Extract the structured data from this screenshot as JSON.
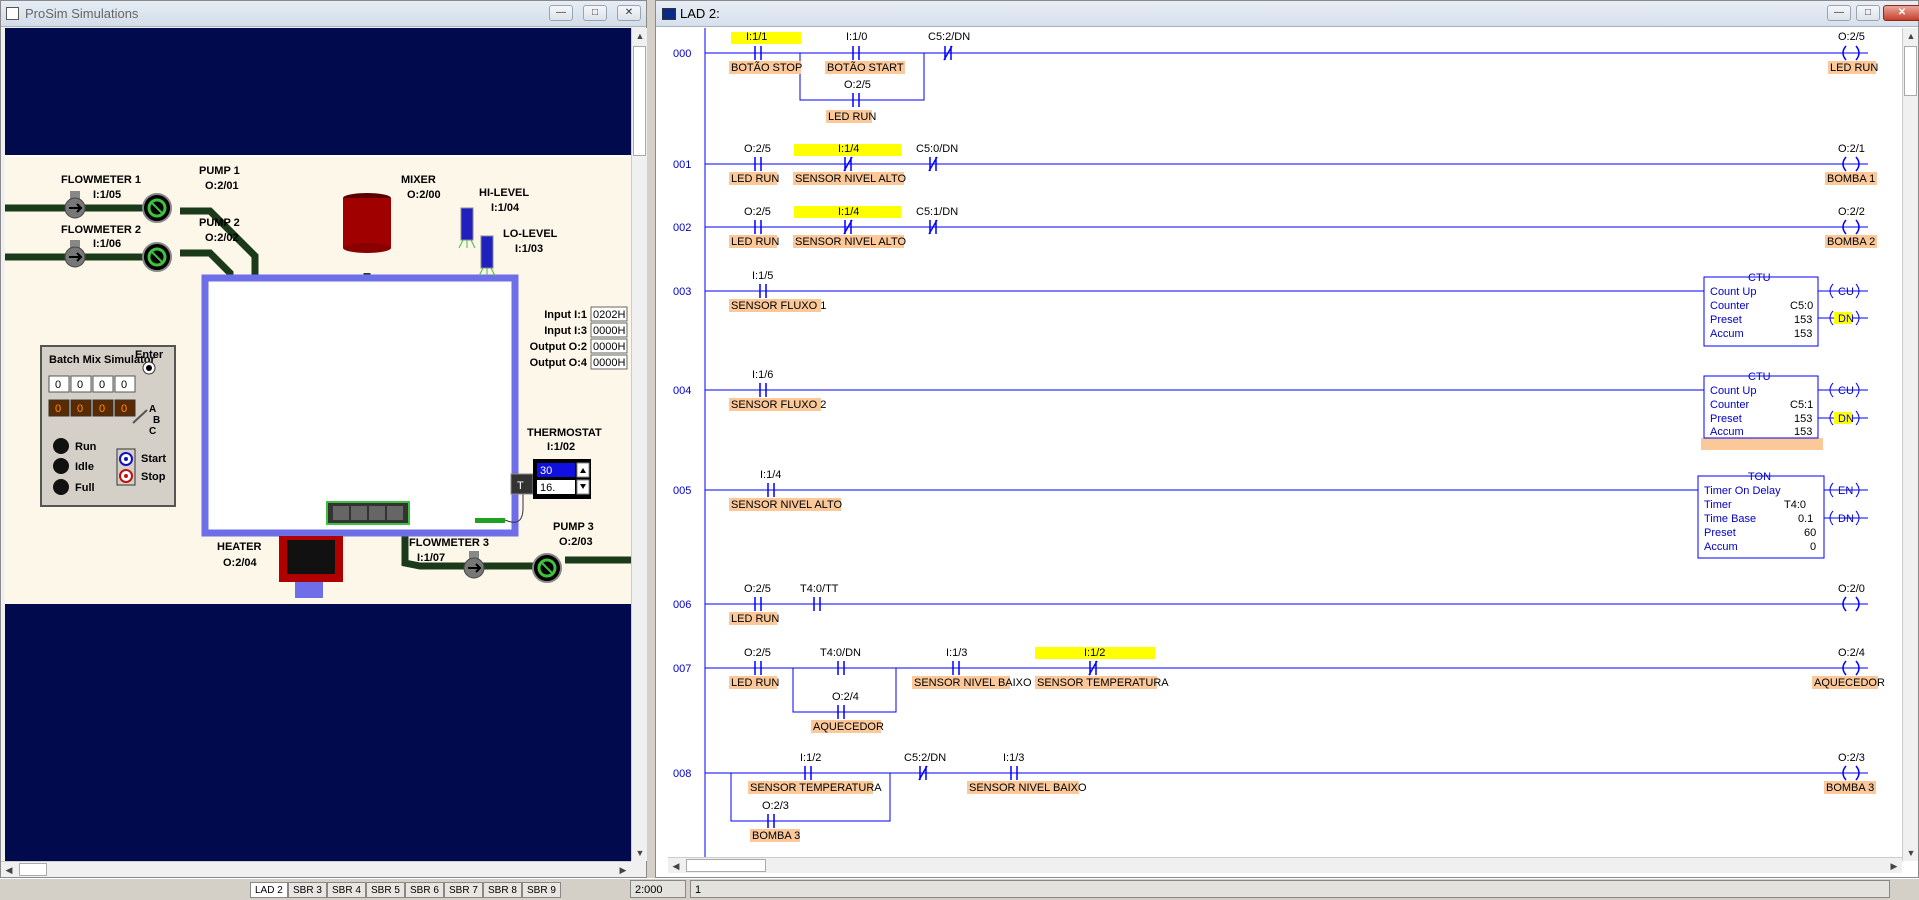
{
  "sim": {
    "title": "ProSim Simulations",
    "labels": {
      "flowmeter1": "FLOWMETER 1",
      "flowmeter1_addr": "I:1/05",
      "flowmeter2": "FLOWMETER 2",
      "flowmeter2_addr": "I:1/06",
      "pump1": "PUMP 1",
      "pump1_addr": "O:2/01",
      "pump2": "PUMP 2",
      "pump2_addr": "O:2/02",
      "mixer": "MIXER",
      "mixer_addr": "O:2/00",
      "hilevel": "HI-LEVEL",
      "hilevel_addr": "I:1/04",
      "lolevel": "LO-LEVEL",
      "lolevel_addr": "I:1/03",
      "thermostat": "THERMOSTAT",
      "thermostat_addr": "I:1/02",
      "heater": "HEATER",
      "heater_addr": "O:2/04",
      "flowmeter3": "FLOWMETER 3",
      "flowmeter3_addr": "I:1/07",
      "pump3": "PUMP 3",
      "pump3_addr": "O:2/03"
    },
    "io": {
      "input1_label": "Input I:1",
      "input1_value": "0202H",
      "input3_label": "Input I:3",
      "input3_value": "0000H",
      "output2_label": "Output O:2",
      "output2_value": "0000H",
      "output4_label": "Output O:4",
      "output4_value": "0000H"
    },
    "batch": {
      "title": "Batch Mix Simulator",
      "digits": [
        "0",
        "0",
        "0",
        "0"
      ],
      "counter": [
        "0",
        "0",
        "0",
        "0"
      ],
      "enter": "Enter",
      "abc": [
        "A",
        "B",
        "C"
      ],
      "run": "Run",
      "idle": "Idle",
      "full": "Full",
      "start": "Start",
      "stop": "Stop"
    },
    "thermo": {
      "setpoint": "30",
      "actual": "16.",
      "t_label": "T"
    }
  },
  "lad": {
    "title": "LAD 2:",
    "rungs": [
      {
        "no": "000",
        "out_addr": "O:2/5",
        "out_tag": "LED RUN",
        "c1_addr": "I:1/1",
        "c1_tag": "BOTÃO STOP",
        "c2_addr": "I:1/0",
        "c2_tag": "BOTÃO START",
        "c3_addr": "C5:2/DN",
        "br_addr": "O:2/5",
        "br_tag": "LED RUN"
      },
      {
        "no": "001",
        "c1_addr": "O:2/5",
        "c1_tag": "LED RUN",
        "c2_addr": "I:1/4",
        "c2_tag": "SENSOR NIVEL ALTO",
        "c3_addr": "C5:0/DN",
        "out_addr": "O:2/1",
        "out_tag": "BOMBA 1"
      },
      {
        "no": "002",
        "c1_addr": "O:2/5",
        "c1_tag": "LED RUN",
        "c2_addr": "I:1/4",
        "c2_tag": "SENSOR NIVEL ALTO",
        "c3_addr": "C5:1/DN",
        "out_addr": "O:2/2",
        "out_tag": "BOMBA 2"
      },
      {
        "no": "003",
        "c1_addr": "I:1/5",
        "c1_tag": "SENSOR FLUXO 1",
        "box_type": "CTU",
        "box_name": "Count Up",
        "counter_label": "Counter",
        "counter": "C5:0",
        "preset_label": "Preset",
        "preset": "153",
        "accum_label": "Accum",
        "accum": "153",
        "cu": "CU",
        "dn": "DN"
      },
      {
        "no": "004",
        "c1_addr": "I:1/6",
        "c1_tag": "SENSOR FLUXO 2",
        "box_type": "CTU",
        "box_name": "Count Up",
        "counter_label": "Counter",
        "counter": "C5:1",
        "preset_label": "Preset",
        "preset": "153",
        "accum_label": "Accum",
        "accum": "153",
        "cu": "CU",
        "dn": "DN"
      },
      {
        "no": "005",
        "c1_addr": "I:1/4",
        "c1_tag": "SENSOR NIVEL ALTO",
        "box_type": "TON",
        "box_name": "Timer On Delay",
        "timer_label": "Timer",
        "timer": "T4:0",
        "tb_label": "Time Base",
        "tb": "0.1",
        "preset_label": "Preset",
        "preset": "60",
        "accum_label": "Accum",
        "accum": "0",
        "en": "EN",
        "dn": "DN"
      },
      {
        "no": "006",
        "c1_addr": "O:2/5",
        "c1_tag": "LED RUN",
        "c2_addr": "T4:0/TT",
        "out_addr": "O:2/0"
      },
      {
        "no": "007",
        "c1_addr": "O:2/5",
        "c1_tag": "LED RUN",
        "c2_addr": "T4:0/DN",
        "br_addr": "O:2/4",
        "br_tag": "AQUECEDOR",
        "c3_addr": "I:1/3",
        "c3_tag": "SENSOR NIVEL BAIXO",
        "c4_addr": "I:1/2",
        "c4_tag": "SENSOR TEMPERATURA",
        "out_addr": "O:2/4",
        "out_tag": "AQUECEDOR"
      },
      {
        "no": "008",
        "c1_addr": "I:1/2",
        "c1_tag": "SENSOR TEMPERATURA",
        "br_addr": "O:2/3",
        "br_tag": "BOMBA 3",
        "c2_addr": "C5:2/DN",
        "c3_addr": "I:1/3",
        "c3_tag": "SENSOR NIVEL BAIXO",
        "out_addr": "O:2/3",
        "out_tag": "BOMBA 3"
      }
    ]
  },
  "statusbar": {
    "tabs": [
      "LAD 2",
      "SBR 3",
      "SBR 4",
      "SBR 5",
      "SBR 6",
      "SBR 7",
      "SBR 8",
      "SBR 9"
    ],
    "position": "2:000",
    "field": "1"
  },
  "colors": {
    "highlight": "#ffff00",
    "tag": "#fbc89a",
    "wire": "#0000ff",
    "navy": "#000a4c",
    "pipe": "#1a3a1a"
  }
}
